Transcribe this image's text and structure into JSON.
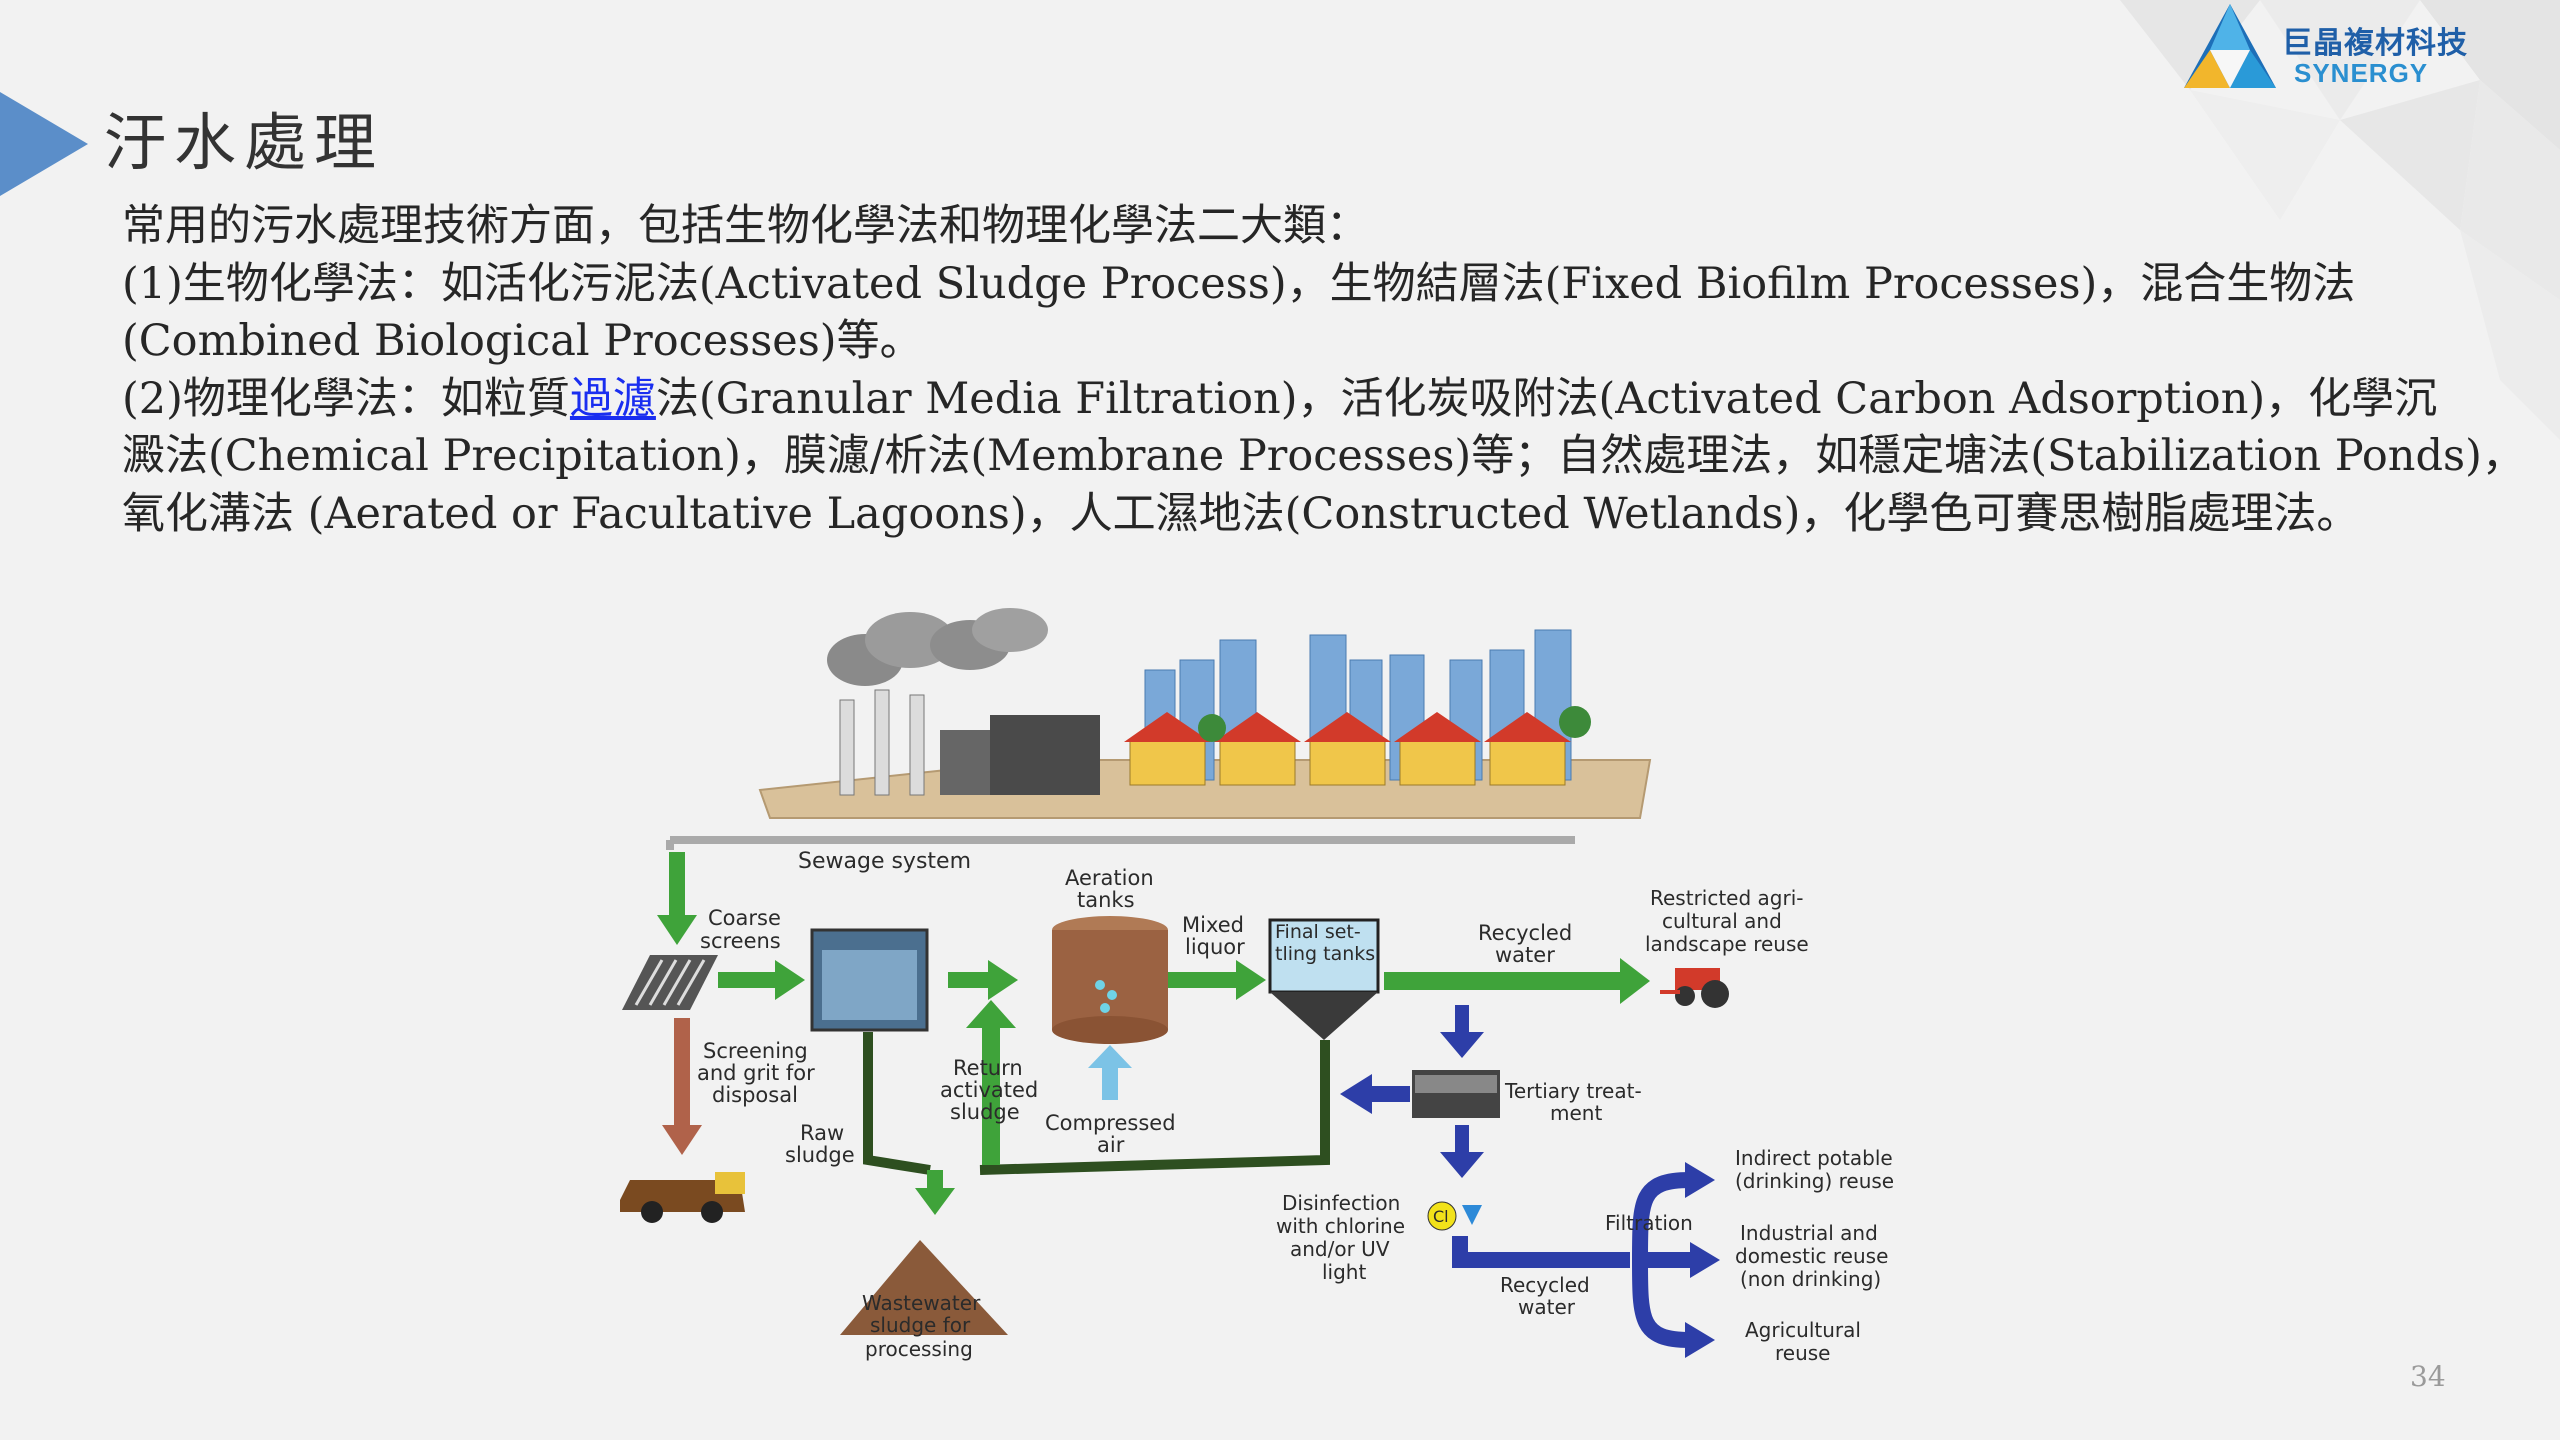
{
  "logo": {
    "name_cn": "巨晶複材科技",
    "name_en": "SYNERGY"
  },
  "slide": {
    "title": "汙水處理",
    "intro": "常用的污水處理技術方面，包括生物化學法和物理化學法二大類：",
    "line1": "(1)生物化學法：如活化污泥法(Activated Sludge Process)，生物結層法(Fixed Biofilm Processes)，混合生物法",
    "line2": "(Combined Biological Processes)等。",
    "line3_pre": "(2)物理化學法：如粒質",
    "line3_link": "過濾",
    "line3_post": "法(Granular Media Filtration)，活化炭吸附法(Activated Carbon Adsorption)，化學沉",
    "line4": "澱法(Chemical Precipitation)，膜濾/析法(Membrane Processes)等；自然處理法，如穩定塘法(Stabilization Ponds)，",
    "line5": "氧化溝法 (Aerated or Facultative Lagoons)，人工濕地法(Constructed Wetlands)，化學色可賽思樹脂處理法。",
    "page_number": "34"
  },
  "diagram": {
    "sewage_system": "Sewage system",
    "coarse_screens": [
      "Coarse",
      "screens"
    ],
    "aeration_tanks": [
      "Aeration",
      "tanks"
    ],
    "mixed_liquor": [
      "Mixed",
      "liquor"
    ],
    "final_settling": [
      "Final set-",
      "tling tanks"
    ],
    "recycled_water_top": [
      "Recycled",
      "water"
    ],
    "restricted_reuse": [
      "Restricted agri-",
      "cultural and",
      "landscape reuse"
    ],
    "screening_grit": [
      "Screening",
      "and grit for",
      "disposal"
    ],
    "return_sludge": [
      "Return",
      "activated",
      "sludge"
    ],
    "compressed_air": [
      "Compressed",
      "air"
    ],
    "raw_sludge": [
      "Raw",
      "sludge"
    ],
    "tertiary": [
      "Tertiary treat-",
      "ment"
    ],
    "wastewater_sludge": [
      "Wastewater",
      "sludge for",
      "processing"
    ],
    "disinfection": [
      "Disinfection",
      "with chlorine",
      "and/or UV",
      "light"
    ],
    "chlorine": "Cl",
    "filtration": "Filtration",
    "recycled_water_bottom": [
      "Recycled",
      "water"
    ],
    "indirect_potable": [
      "Indirect potable",
      "(drinking) reuse"
    ],
    "industrial": [
      "Industrial and",
      "domestic reuse",
      "(non drinking)"
    ],
    "agricultural": [
      "Agricultural",
      "reuse"
    ]
  }
}
